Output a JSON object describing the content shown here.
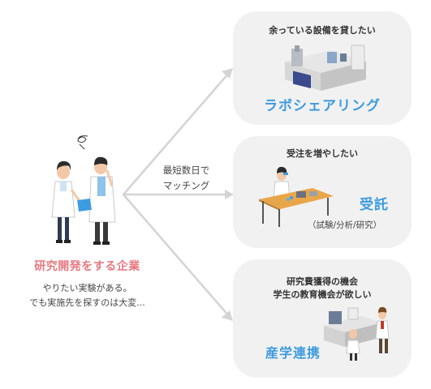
{
  "left": {
    "company_title": "研究開発をする企業",
    "description_lines": [
      "やりたい実験がある。",
      "でも実施先を探すのは大変..."
    ]
  },
  "middle": {
    "label_lines": [
      "最短数日で",
      "マッチング"
    ]
  },
  "cards": [
    {
      "heading_lines": [
        "余っている設備を貸したい"
      ],
      "title": "ラボシェアリング",
      "subtitle": ""
    },
    {
      "heading_lines": [
        "受注を増やしたい"
      ],
      "title": "受託",
      "subtitle": "（試験/分析/研究）"
    },
    {
      "heading_lines": [
        "研究費獲得の機会",
        "学生の教育機会が欲しい"
      ],
      "title": "産学連携",
      "subtitle": ""
    }
  ],
  "colors": {
    "accent_blue": "#3d9be0",
    "accent_pink": "#e8787f",
    "card_bg": "#f1f1f1",
    "arrow": "#d4d4d4"
  }
}
